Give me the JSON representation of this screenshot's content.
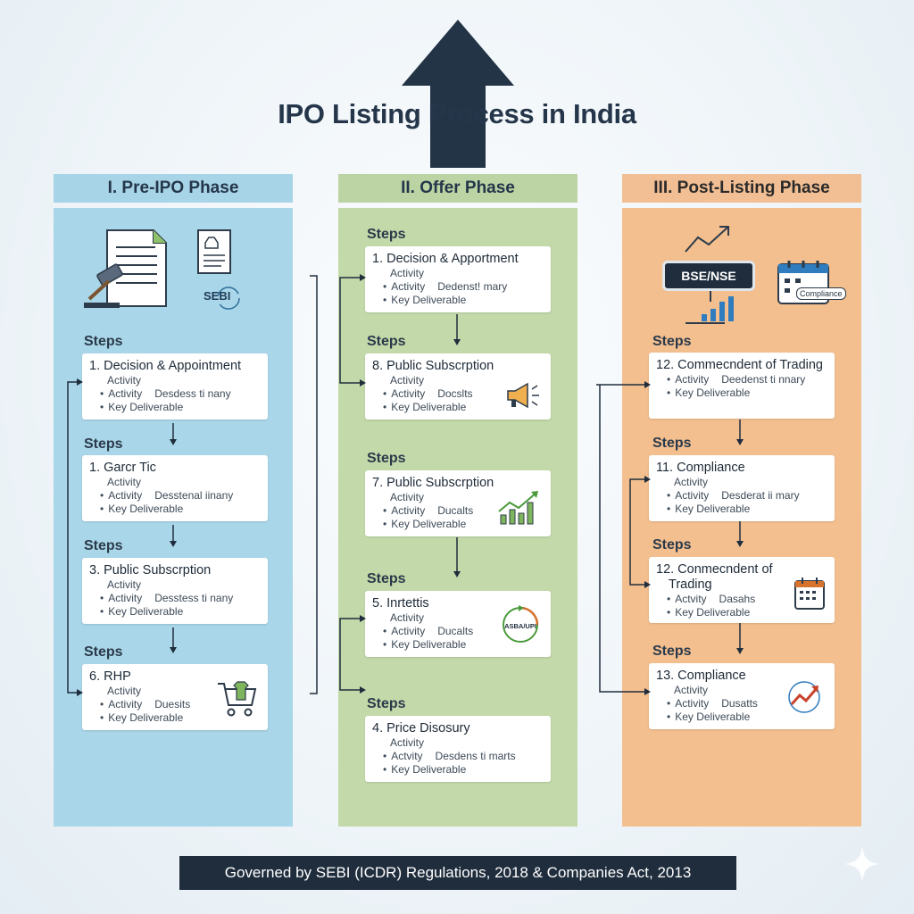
{
  "title": "IPO Listing Process in India",
  "footer": "Governed by SEBI (ICDR) Regulations, 2018 & Companies Act, 2013",
  "colors": {
    "pre_ipo": "#a9d6e8",
    "offer": "#c3d9aa",
    "post_listing": "#f3bf8f",
    "dark_navy": "#1f2d3d"
  },
  "phases": [
    {
      "header": "I. Pre-IPO Phase",
      "icon_label": "SEBI",
      "icons": [
        "document-icon",
        "gavel-icon",
        "form-icon",
        "sebi-logo-icon"
      ],
      "cards": [
        {
          "steps": "Steps",
          "title": "1. Decision & Appointment",
          "activity": "Activity",
          "line1_a": "Activity",
          "line1_b": "Desdess ti nany",
          "line2": "Key Deliverable",
          "icon": ""
        },
        {
          "steps": "Steps",
          "title": "1. Garcr Tic",
          "activity": "Activity",
          "line1_a": "Activity",
          "line1_b": "Desstenal iinany",
          "line2": "Key Deliverable",
          "icon": ""
        },
        {
          "steps": "Steps",
          "title": "3. Public Subscrption",
          "activity": "Activity",
          "line1_a": "Activity",
          "line1_b": "Desstess ti nany",
          "line2": "Key Deliverable",
          "icon": ""
        },
        {
          "steps": "Steps",
          "title": "6. RHP",
          "activity": "Activity",
          "line1_a": "Activity",
          "line1_b": "Duesits",
          "line2": "Key Deliverable",
          "icon": "shopping-cart-icon"
        }
      ]
    },
    {
      "header": "II. Offer Phase",
      "cards": [
        {
          "steps": "Steps",
          "title": "1. Decision & Apportment",
          "activity": "Activity",
          "line1_a": "Activity",
          "line1_b": "Dedenst! mary",
          "line2": "Key Deliverable",
          "icon": ""
        },
        {
          "steps": "Steps",
          "title": "8. Public Subscrption",
          "activity": "Activity",
          "line1_a": "Activity",
          "line1_b": "Docslts",
          "line2": "Key Deliverable",
          "icon": "megaphone-icon"
        },
        {
          "steps": "Steps",
          "title": "7. Public Subscrption",
          "activity": "Activity",
          "line1_a": "Activity",
          "line1_b": "Ducalts",
          "line2": "Key Deliverable",
          "icon": "rising-bar-chart-icon"
        },
        {
          "steps": "Steps",
          "title": "5. Inrtettis",
          "activity": "Activity",
          "line1_a": "Activity",
          "line1_b": "Ducalts",
          "line2": "Key Deliverable",
          "icon": "asba-upi-icon",
          "icon_text": "ASBA/UPI"
        },
        {
          "steps": "Steps",
          "title": "4. Price Disosury",
          "activity": "Activity",
          "line1_a": "Actvity",
          "line1_b": "Desdens ti marts",
          "line2": "Key Deliverable",
          "icon": ""
        }
      ]
    },
    {
      "header": "III. Post-Listing Phase",
      "exchange_label": "BSE/NSE",
      "compliance_label": "Compliance",
      "icons": [
        "trend-arrow-icon",
        "exchange-board-icon",
        "calendar-icon"
      ],
      "cards": [
        {
          "steps": "Steps",
          "title": "12. Commecndent of Trading",
          "activity": "",
          "line1_a": "Activity",
          "line1_b": "Deedenst ti nnary",
          "line2": "Key Deliverable",
          "icon": ""
        },
        {
          "steps": "Steps",
          "title": "11. Compliance",
          "activity": "Activity",
          "line1_a": "Activity",
          "line1_b": "Desderat ii mary",
          "line2": "Key Deliverable",
          "icon": ""
        },
        {
          "steps": "Steps",
          "title": "12. Conmecndent of",
          "title2": "Trading",
          "activity": "",
          "line1_a": "Actvity",
          "line1_b": "Dasahs",
          "line2": "Key Deliverable",
          "icon": "calendar-icon"
        },
        {
          "steps": "Steps",
          "title": "13. Compliance",
          "activity": "Activity",
          "line1_a": "Activity",
          "line1_b": "Dusatts",
          "line2": "Key Deliverable",
          "icon": "trend-chart-icon"
        }
      ]
    }
  ]
}
